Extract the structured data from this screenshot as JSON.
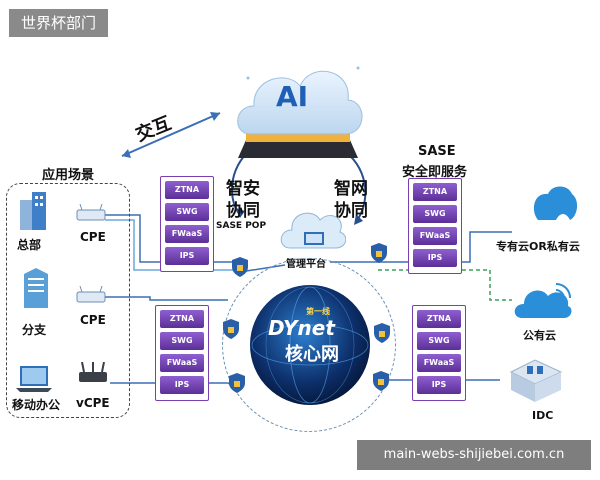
{
  "watermark_top": "世界杯部门",
  "watermark_bottom": "main-webs-shijiebei.com.cn",
  "center": {
    "ai_label": "AI",
    "mgmt_label": "管理平台",
    "core_brand": "DYnet",
    "core_brand_cn": "第一线",
    "core_label": "核心网"
  },
  "interaction_label": "交互",
  "left_collab": {
    "line1": "智安",
    "line2": "协同",
    "pop": "SASE POP"
  },
  "right_collab": {
    "line1": "智网",
    "line2": "协同"
  },
  "sase_title": {
    "line1": "SASE",
    "line2": "安全即服务"
  },
  "scene_title": "应用场景",
  "sites": [
    {
      "name": "总部",
      "cpe": "CPE"
    },
    {
      "name": "分支",
      "cpe": "CPE"
    },
    {
      "name": "移动办公",
      "cpe": "vCPE"
    }
  ],
  "services": [
    "ZTNA",
    "SWG",
    "FWaaS",
    "IPS"
  ],
  "clouds": {
    "private": "专有云OR私有云",
    "public": "公有云",
    "idc": "IDC"
  },
  "colors": {
    "accent": "#6b36a8",
    "line_blue": "#3b6fb6",
    "line_green": "#3aa15a",
    "cloud_blue": "#2a8fd8"
  }
}
